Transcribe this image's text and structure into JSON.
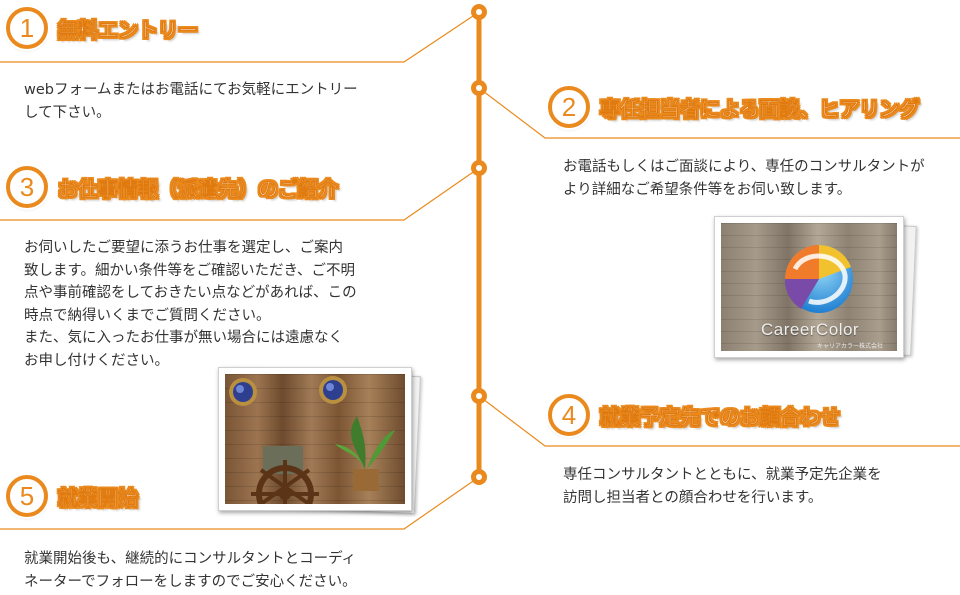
{
  "colors": {
    "accent": "#ea8a1e",
    "text": "#333333"
  },
  "steps": [
    {
      "number": "1",
      "title": "無料エントリー",
      "text": "webフォームまたはお電話にてお気軽にエントリー\nして下さい。"
    },
    {
      "number": "2",
      "title": "専任担当者による面談、ヒアリング",
      "text": "お電話もしくはご面談により、専任のコンサルタントが\nより詳細なご希望条件等をお伺い致します。"
    },
    {
      "number": "3",
      "title": "お仕事情報（派遣先）のご紹介",
      "text": "お伺いしたご要望に添うお仕事を選定し、ご案内\n致します。細かい条件等をご確認いただき、ご不明\n点や事前確認をしておきたい点などがあれば、この\n時点で納得いくまでご質問ください。\nまた、気に入ったお仕事が無い場合には遠慮なく\nお申し付けください。"
    },
    {
      "number": "4",
      "title": "就業予定先でのお顔合わせ",
      "text": "専任コンサルタントとともに、就業予定先企業を\n訪問し担当者との顔合わせを行います。"
    },
    {
      "number": "5",
      "title": "就業開始",
      "text": "就業開始後も、継続的にコンサルタントとコーディ\nネーターでフォローをしますのでご安心ください。"
    }
  ],
  "photos": {
    "logo_photo": {
      "logo_name": "CareerColor",
      "logo_sub": "キャリアカラー株式会社"
    },
    "office_photo": {}
  }
}
